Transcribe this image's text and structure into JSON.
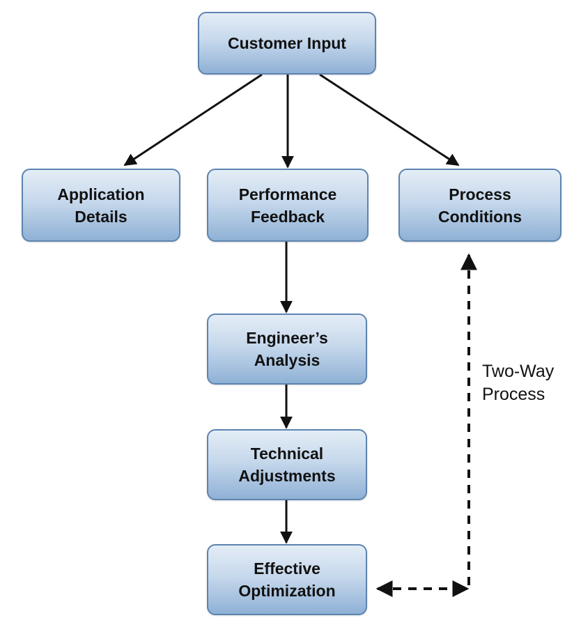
{
  "diagram": {
    "type": "flowchart",
    "nodes": [
      {
        "id": "customer",
        "label": "Customer Input"
      },
      {
        "id": "application",
        "label": "Application\nDetails"
      },
      {
        "id": "performance",
        "label": "Performance\nFeedback"
      },
      {
        "id": "process",
        "label": "Process\nConditions"
      },
      {
        "id": "engineer",
        "label": "Engineer’s\nAnalysis"
      },
      {
        "id": "technical",
        "label": "Technical\nAdjustments"
      },
      {
        "id": "effective",
        "label": "Effective\nOptimization"
      }
    ],
    "edges": [
      {
        "from": "customer",
        "to": "application",
        "style": "solid"
      },
      {
        "from": "customer",
        "to": "performance",
        "style": "solid"
      },
      {
        "from": "customer",
        "to": "process",
        "style": "solid"
      },
      {
        "from": "performance",
        "to": "engineer",
        "style": "solid"
      },
      {
        "from": "engineer",
        "to": "technical",
        "style": "solid"
      },
      {
        "from": "technical",
        "to": "effective",
        "style": "solid"
      },
      {
        "from": "effective",
        "to": "process",
        "style": "dashed",
        "bidirectional": true,
        "label": "Two-Way Process"
      }
    ],
    "annotation": "Two-Way\nProcess",
    "colors": {
      "box_top": "#e4edf6",
      "box_bottom": "#8fb1d5",
      "box_border": "#5d84b1",
      "arrow": "#111111",
      "text": "#111111"
    }
  }
}
